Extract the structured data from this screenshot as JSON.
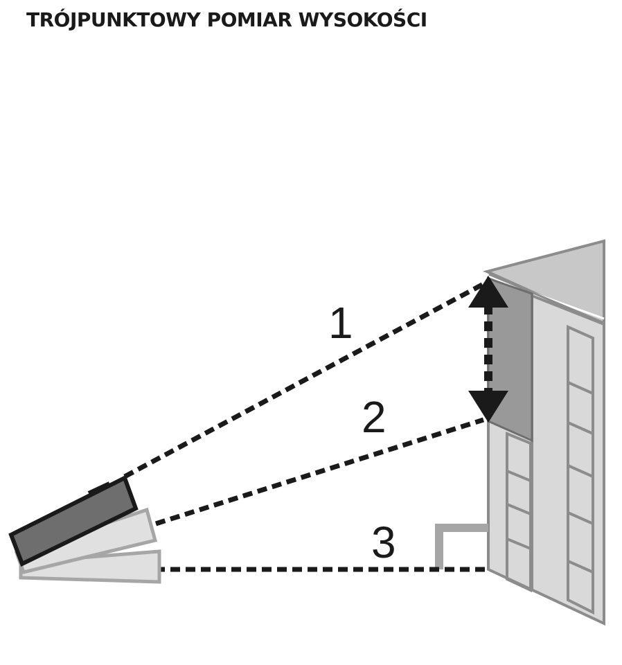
{
  "title": "TRÓJPUNKTOWY POMIAR WYSOKOŚCI",
  "labels": {
    "m1": "1",
    "m2": "2",
    "m3": "3"
  },
  "colors": {
    "text": "#1a1a1a",
    "dashed_line": "#1a1a1a",
    "wall": "#d9d9d9",
    "wall_stroke": "#8c8c8c",
    "shaded_band": "#999999",
    "roof": "#c8c8c8",
    "device_front": "#6e6e6e",
    "device_ghost": "#e0e0e0",
    "marker": "#a6a6a6"
  }
}
